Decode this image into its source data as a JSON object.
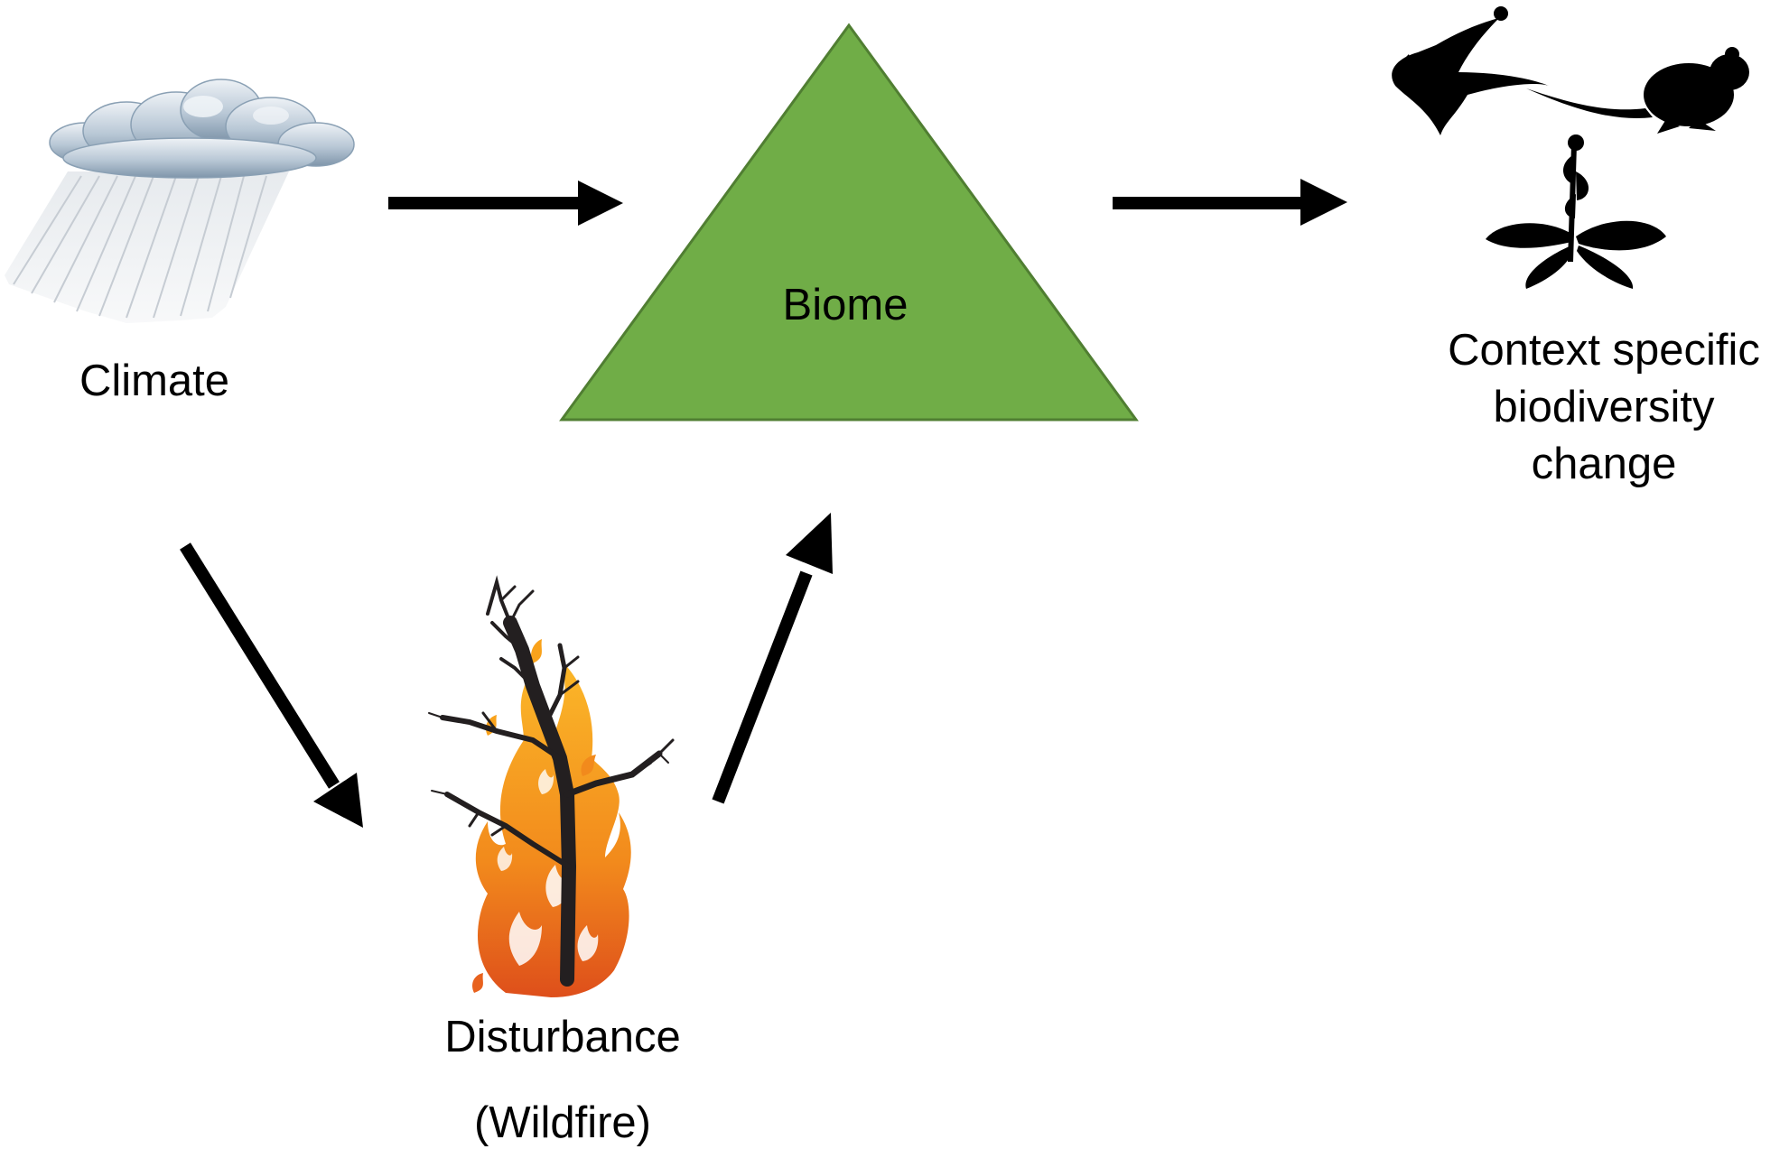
{
  "nodes": {
    "climate": {
      "label": "Climate",
      "icon": "rain-cloud-icon"
    },
    "biome": {
      "label": "Biome",
      "icon": "triangle-shape",
      "fill": "#70ad47",
      "stroke": "#507e32"
    },
    "disturbance": {
      "label": "Disturbance",
      "sublabel": "(Wildfire)",
      "icon": "burning-tree-icon"
    },
    "biodiversity": {
      "label_lines": [
        "Context specific",
        "biodiversity",
        "change"
      ],
      "icons": [
        "bird-silhouette-icon",
        "rodent-silhouette-icon",
        "plant-silhouette-icon"
      ]
    }
  },
  "edges": [
    {
      "from": "climate",
      "to": "biome"
    },
    {
      "from": "climate",
      "to": "disturbance"
    },
    {
      "from": "disturbance",
      "to": "biome"
    },
    {
      "from": "biome",
      "to": "biodiversity"
    }
  ],
  "colors": {
    "arrow": "#000000",
    "flame_outer": "#e8621e",
    "flame_inner": "#f9a21b",
    "cloud": "#9fb4c8",
    "rain": "#d9dde2"
  }
}
